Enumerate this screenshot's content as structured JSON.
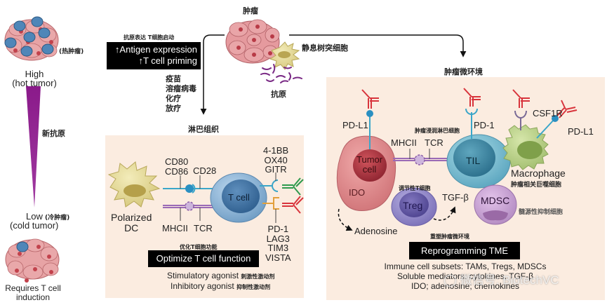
{
  "left_column": {
    "hot_tumor_cn": "(热肿瘤)",
    "high_label": "High",
    "hot_tumor_label": "(hot tumor)",
    "neoantigen_cn": "新抗原",
    "low_label": "Low",
    "cold_tumor_cn": "(冷肿瘤)",
    "cold_tumor_label": "(cold tumor)",
    "requires_label_line1": "Requires T cell",
    "requires_label_line2": "induction"
  },
  "top": {
    "tumor_cn": "肿瘤",
    "resting_dc_cn": "静息树突细胞",
    "antigen_cn": "抗原",
    "priming_caption_cn": "抗原表达 T细胞启动",
    "priming_line1": "Antigen expression",
    "priming_line2": "T cell priming",
    "up_arrow": "↑",
    "therapies_cn": [
      "疫苗",
      "溶瘤病毒",
      "化疗",
      "放疗"
    ],
    "lymph_tissue_cn": "淋巴组织",
    "tme_cn": "肿瘤微环境"
  },
  "lymph_panel": {
    "cd80": "CD80",
    "cd86": "CD86",
    "cd28": "CD28",
    "mhcii": "MHCII",
    "tcr": "TCR",
    "polarized": "Polarized",
    "dc": "DC",
    "t_cell": "T cell",
    "stim_targets": [
      "4-1BB",
      "OX40",
      "GITR"
    ],
    "inhib_targets": [
      "PD-1",
      "LAG3",
      "TIM3",
      "VISTA"
    ],
    "optimize_caption_cn": "优化T细胞功能",
    "optimize_title": "Optimize T cell function",
    "stim_agonist": "Stimulatory agonist",
    "stim_agonist_cn": "刺激性激动剂",
    "inhib_agonist": "Inhibitory agonist",
    "inhib_agonist_cn": "抑制性激动剂"
  },
  "tme_panel": {
    "pd_l1_tumor": "PD-L1",
    "tumor_cell_line1": "Tumor",
    "tumor_cell_line2": "cell",
    "ido": "IDO",
    "mhcii": "MHCII",
    "tcr": "TCR",
    "til_cn": "肿瘤浸润淋巴细胞",
    "pd_1": "PD-1",
    "til": "TIL",
    "csf1r": "CSF1R",
    "pd_l1_macro": "PD-L1",
    "macrophage": "Macrophage",
    "macrophage_cn": "肿瘤相关巨噬细胞",
    "treg_cn": "调节性T细胞",
    "treg": "Treg",
    "tgf_beta": "TGF-β",
    "mdsc": "MDSC",
    "mdsc_cn": "髓源性抑制细胞",
    "adenosine": "Adenosine",
    "reprogram_caption_cn": "重塑肿瘤微环境",
    "reprogram_title": "Reprogramming TME",
    "line1": "Immune cell subsets: TAMs, Tregs, MDSCs",
    "line2": "Soluble mediators: cytokines, TGF-β",
    "line3": "IDO; adenosine; chemokines"
  },
  "watermark": {
    "text": "微信号: BiotechVC"
  },
  "colors": {
    "panel_bg": "#fbece0",
    "tumor_pink": "#e8989a",
    "nucleus_red": "#b23a45",
    "tcell_blue": "#7fb0d4",
    "dc_yellow": "#e6dc9a",
    "macrophage_green": "#b9cf86",
    "treg_purple": "#8f84c6",
    "mdsc_purple": "#c9a2d2",
    "antibody_red": "#d8343c",
    "antibody_green": "#2f9a4d",
    "gradient_purple": "#8a1a8a"
  }
}
